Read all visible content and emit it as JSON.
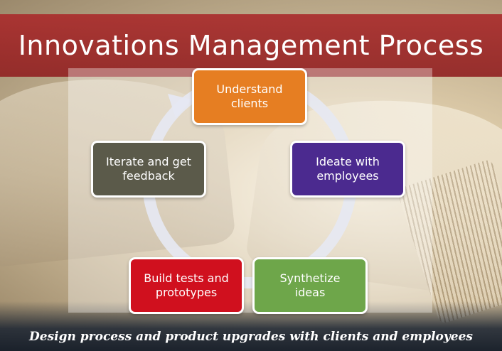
{
  "title": "Innovations Management Process",
  "steps": [
    {
      "label": "Understand\nclients",
      "color": "#e67e22"
    },
    {
      "label": "Ideate with\nemployees",
      "color": "#4b2a8f"
    },
    {
      "label": "Synthetize\nideas",
      "color": "#6ea64a"
    },
    {
      "label": "Build tests and\nprototypes",
      "color": "#d0101e"
    },
    {
      "label": "Iterate and get\nfeedback",
      "color": "#5b5a4a"
    }
  ],
  "caption": "Design process and product upgrades with clients and employees"
}
